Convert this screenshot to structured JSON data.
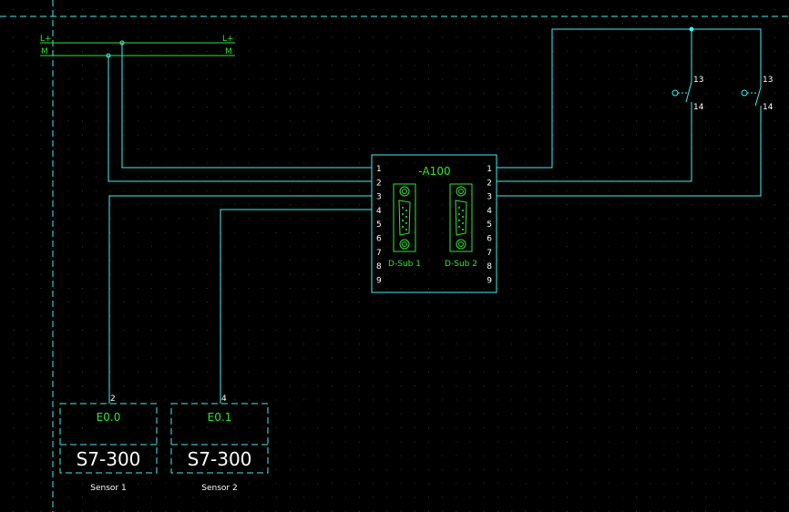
{
  "colors": {
    "background": "#000000",
    "wire": "#3ff0f0",
    "rail": "#2ee82e",
    "text_white": "#ffffff",
    "text_green": "#2ee82e",
    "grid_dot": "#3a3a3a"
  },
  "rails": {
    "lplus_left": "L+",
    "m_left": "M",
    "lplus_right": "L+",
    "m_right": "M"
  },
  "device": {
    "tag": "-A100",
    "left_pins": [
      "1",
      "2",
      "3",
      "4",
      "5",
      "6",
      "7",
      "8",
      "9"
    ],
    "right_pins": [
      "1",
      "2",
      "3",
      "4",
      "5",
      "6",
      "7",
      "8",
      "9"
    ],
    "connector1_label": "D-Sub 1",
    "connector2_label": "D-Sub 2"
  },
  "switches": [
    {
      "top": "13",
      "bottom": "14"
    },
    {
      "top": "13",
      "bottom": "14"
    }
  ],
  "plc_inputs": [
    {
      "pin": "2",
      "address": "E0.0",
      "model": "S7-300",
      "caption": "Sensor 1"
    },
    {
      "pin": "4",
      "address": "E0.1",
      "model": "S7-300",
      "caption": "Sensor 2"
    }
  ]
}
